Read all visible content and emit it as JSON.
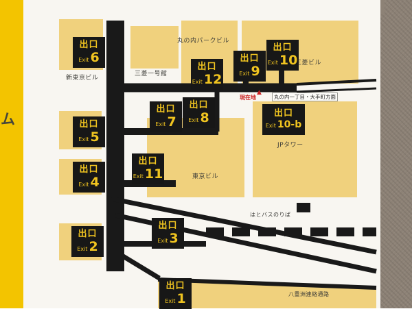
{
  "side_sign": {
    "partial_text": "ム"
  },
  "map": {
    "exits": [
      {
        "jp": "出口",
        "en": "Exit",
        "num": "6"
      },
      {
        "jp": "出口",
        "en": "Exit",
        "num": "12"
      },
      {
        "jp": "出口",
        "en": "Exit",
        "num": "9"
      },
      {
        "jp": "出口",
        "en": "Exit",
        "num": "10"
      },
      {
        "jp": "出口",
        "en": "Exit",
        "num": "7"
      },
      {
        "jp": "出口",
        "en": "Exit",
        "num": "8"
      },
      {
        "jp": "出口",
        "en": "Exit",
        "num": "10-b"
      },
      {
        "jp": "出口",
        "en": "Exit",
        "num": "5"
      },
      {
        "jp": "出口",
        "en": "Exit",
        "num": "11"
      },
      {
        "jp": "出口",
        "en": "Exit",
        "num": "4"
      },
      {
        "jp": "出口",
        "en": "Exit",
        "num": "3"
      },
      {
        "jp": "出口",
        "en": "Exit",
        "num": "2"
      },
      {
        "jp": "出口",
        "en": "Exit",
        "num": "1"
      }
    ],
    "buildings": {
      "marunouchi_park": "丸の内パークビル",
      "mitsubishi": "三菱ビル",
      "shin_tokyo": "新東京ビル",
      "ichigokan": "三菱一号館",
      "jp_tower": "JPタワー",
      "tokyo_bldg": "東京ビル",
      "hato_bus": "はとバスのりば",
      "yaesu": "八重洲連絡通路"
    },
    "markers": {
      "current_location": "現在地",
      "current_arrow": "▲",
      "direction": "丸の内一丁目・大手町方面"
    }
  },
  "colors": {
    "sign_yellow": "#f3c400",
    "building_tan": "#f0d17d",
    "passage_black": "#191919",
    "exit_text_yellow": "#f0c420",
    "marker_red": "#cc2222",
    "wall_brown": "#8d8276"
  }
}
